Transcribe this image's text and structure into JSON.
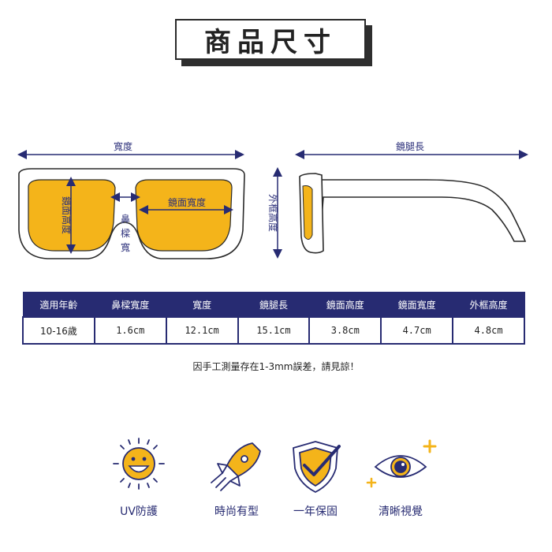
{
  "title": "商品尺寸",
  "diagram": {
    "front": {
      "width_label": "寬度",
      "lens_height_label": "鏡面高度",
      "lens_width_label": "鏡面寬度",
      "bridge_label": [
        "鼻",
        "樑",
        "寬"
      ]
    },
    "side": {
      "temple_label": "鏡腿長",
      "frame_height_label": "外框高度"
    },
    "colors": {
      "accent": "#272b72",
      "lens": "#f4b41a"
    }
  },
  "table": {
    "headers": [
      "適用年齡",
      "鼻樑寬度",
      "寬度",
      "鏡腿長",
      "鏡面高度",
      "鏡面寬度",
      "外框高度"
    ],
    "row": [
      "10-16歲",
      "1.6cm",
      "12.1cm",
      "15.1cm",
      "3.8cm",
      "4.7cm",
      "4.8cm"
    ]
  },
  "note": "因手工測量存在1-3mm誤差，請見諒！",
  "features": [
    {
      "label": "UV防護",
      "icon": "sun-icon"
    },
    {
      "label": "時尚有型",
      "icon": "rocket-icon"
    },
    {
      "label": "一年保固",
      "icon": "shield-check-icon"
    },
    {
      "label": "清晰視覺",
      "icon": "eye-icon"
    }
  ]
}
